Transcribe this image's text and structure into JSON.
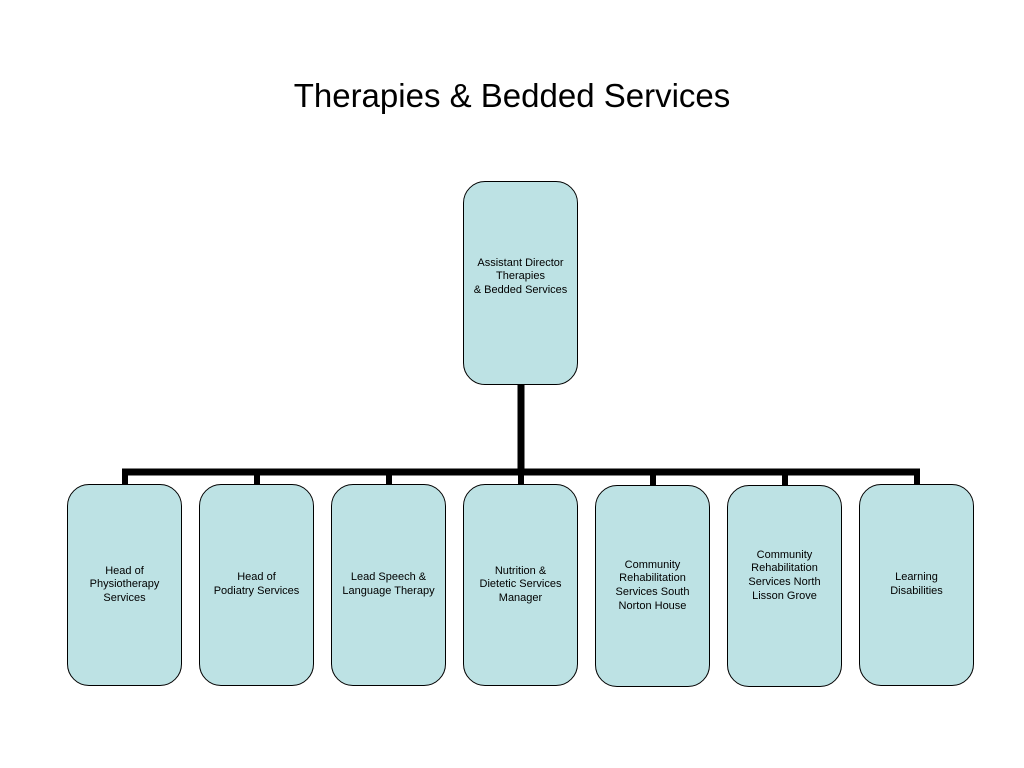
{
  "title": "Therapies & Bedded Services",
  "colors": {
    "box_fill": "#bde2e4",
    "box_border": "#000000",
    "connector": "#000000"
  },
  "root": {
    "label": "Assistant Director\nTherapies\n& Bedded Services"
  },
  "children": [
    {
      "label": "Head of\nPhysiotherapy\nServices"
    },
    {
      "label": "Head of\nPodiatry Services"
    },
    {
      "label": "Lead Speech &\nLanguage Therapy"
    },
    {
      "label": "Nutrition &\nDietetic Services\nManager"
    },
    {
      "label": "Community\nRehabilitation\nServices South\nNorton House"
    },
    {
      "label": "Community\nRehabilitation\nServices North\nLisson Grove"
    },
    {
      "label": "Learning\nDisabilities"
    }
  ]
}
